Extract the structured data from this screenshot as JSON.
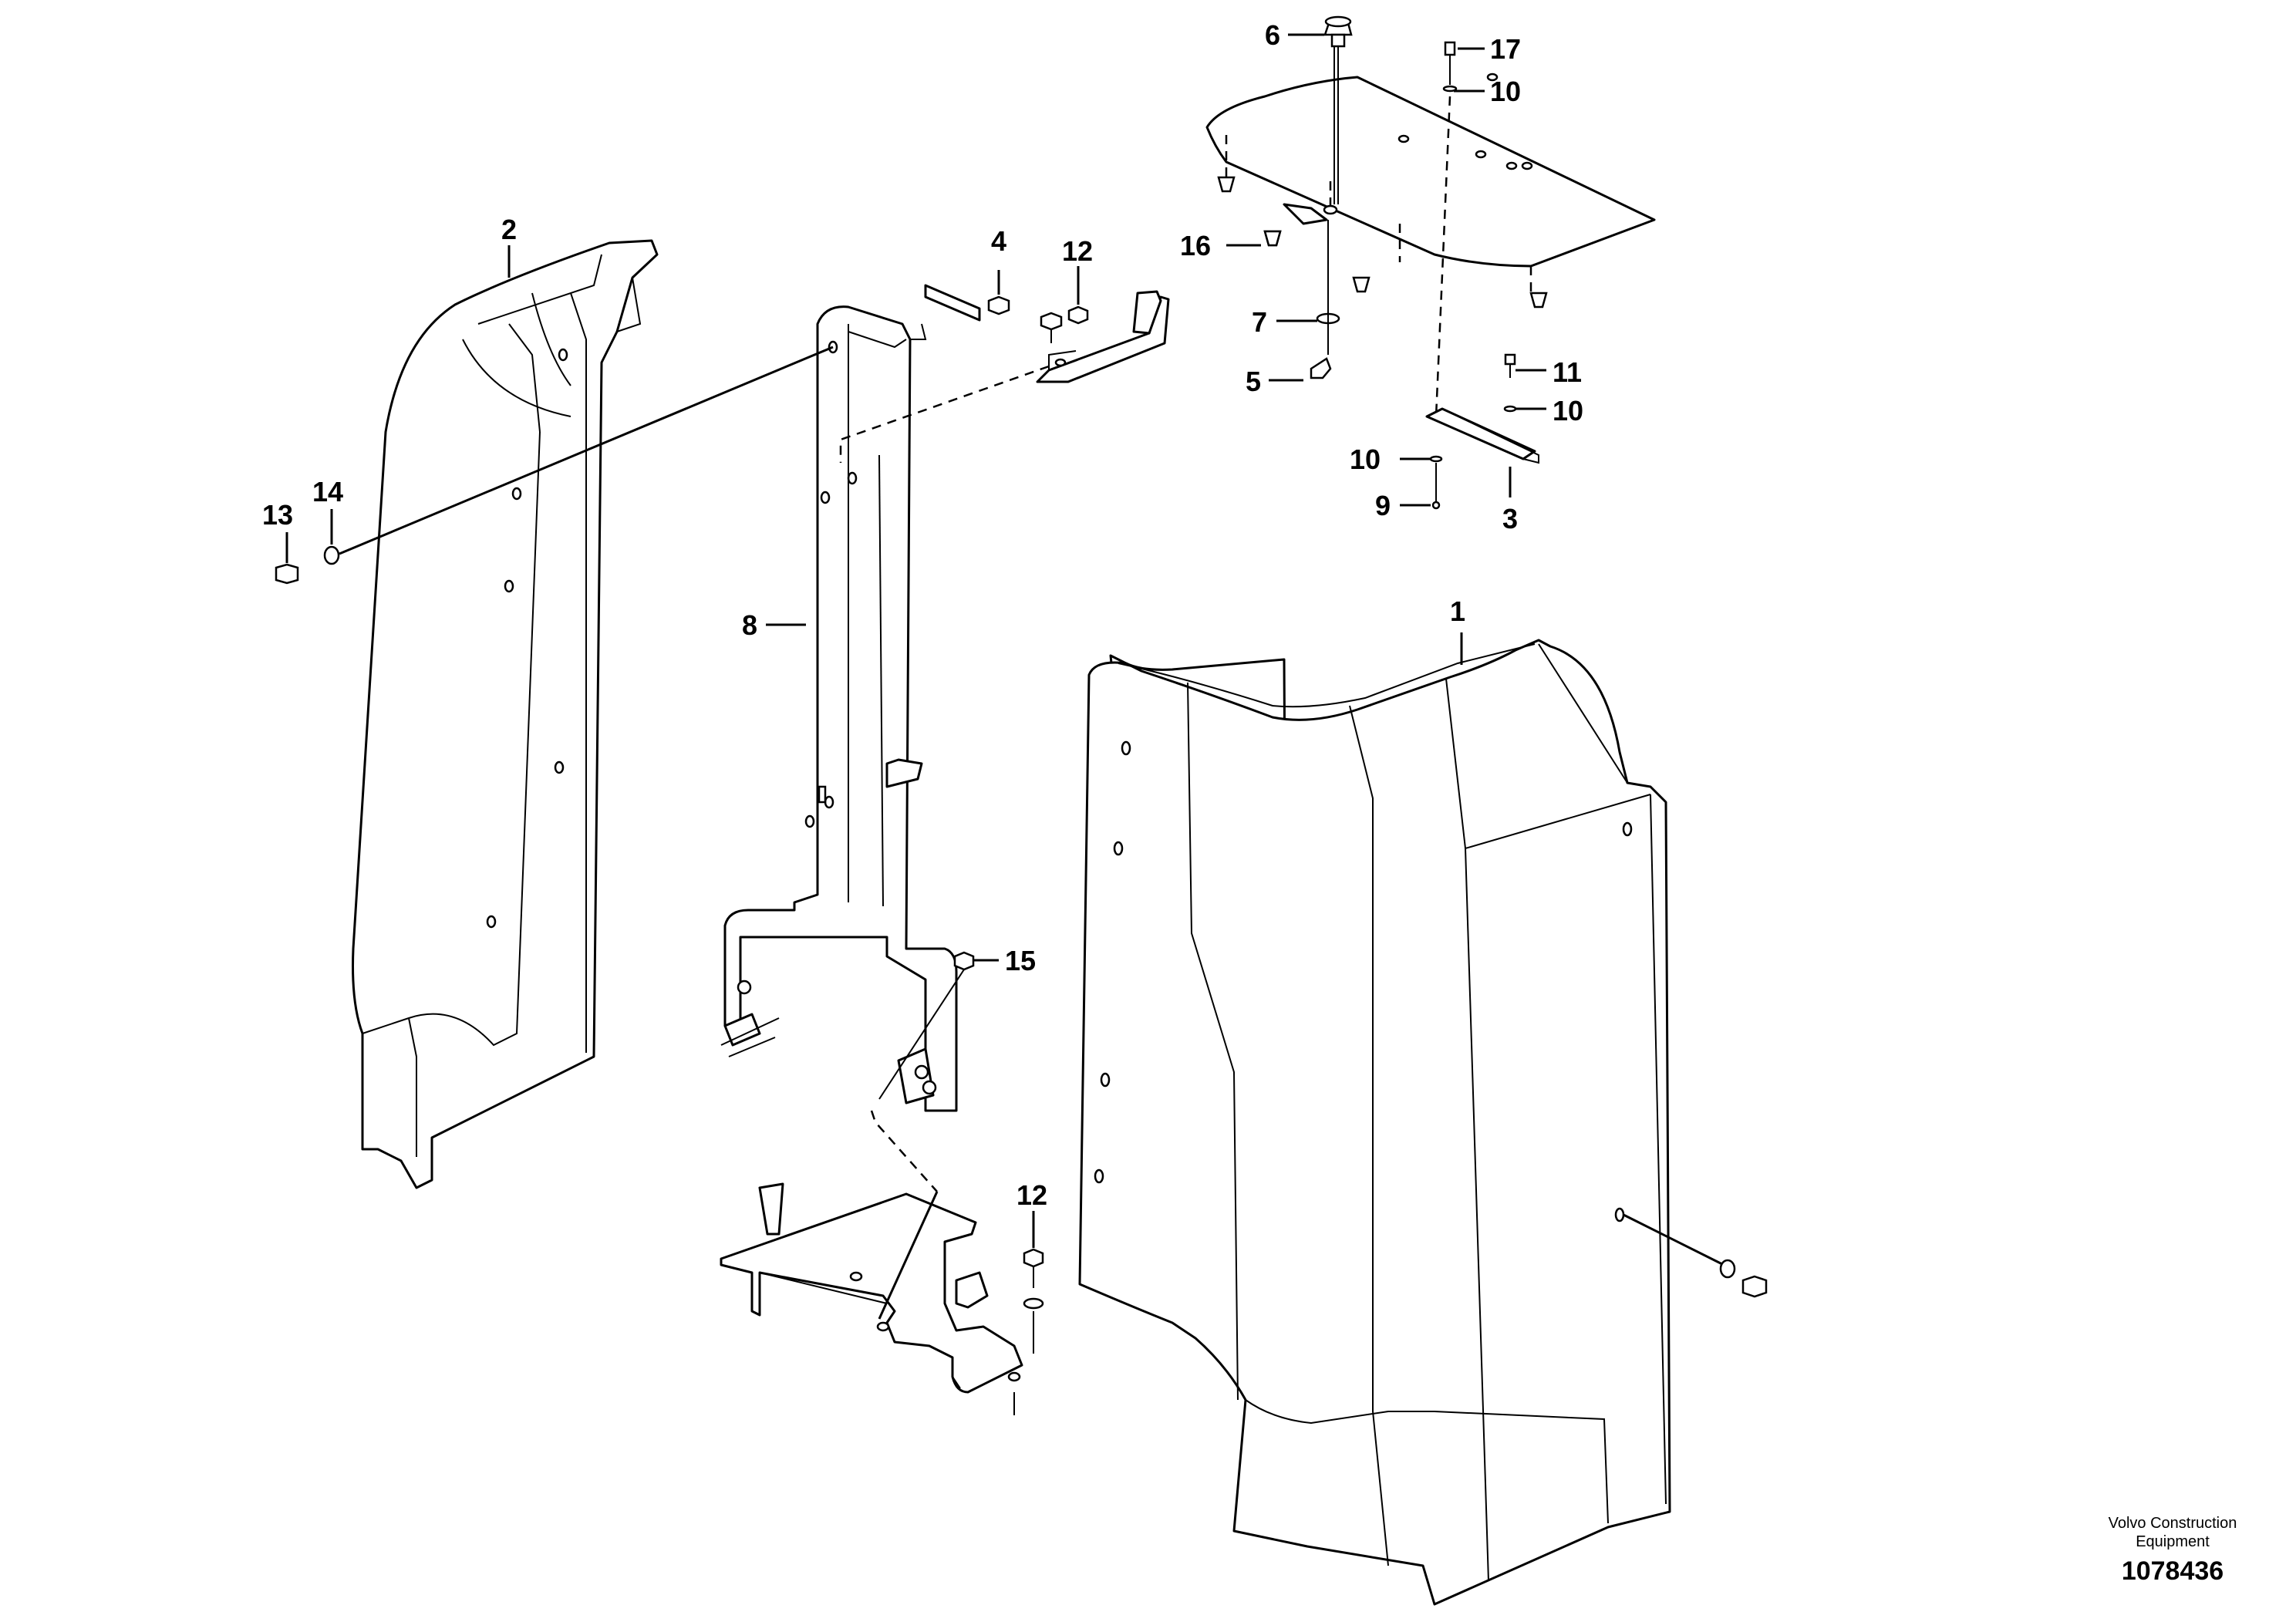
{
  "callouts": {
    "c1": "1",
    "c2": "2",
    "c3": "3",
    "c4": "4",
    "c5": "5",
    "c6": "6",
    "c7": "7",
    "c8": "8",
    "c9": "9",
    "c10a": "10",
    "c10b": "10",
    "c10c": "10",
    "c11": "11",
    "c12a": "12",
    "c12b": "12",
    "c13": "13",
    "c14": "14",
    "c15": "15",
    "c16": "16",
    "c17": "17"
  },
  "footer": {
    "brand_line1": "Volvo Construction",
    "brand_line2": "Equipment",
    "drawing_number": "1078436"
  }
}
